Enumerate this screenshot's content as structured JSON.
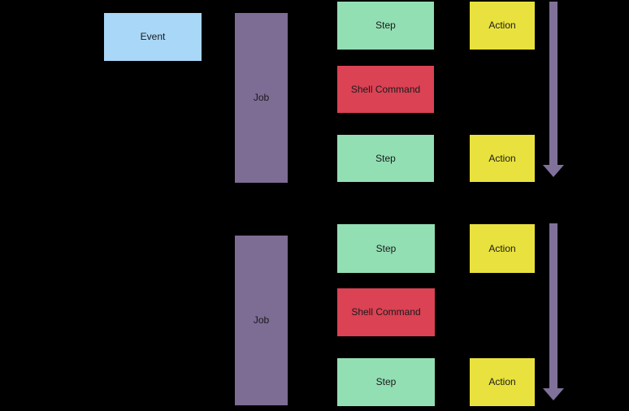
{
  "colors": {
    "background": "#000000",
    "event": "#a9d7f7",
    "job": "#7d6c94",
    "step": "#93dfb4",
    "shell_command": "#db4254",
    "action": "#e9e23e",
    "arrow": "#80719b",
    "label_text": "#1a1a1a"
  },
  "event": {
    "label": "Event"
  },
  "sections": [
    {
      "job": {
        "label": "Job"
      },
      "steps": [
        {
          "type": "step",
          "label": "Step"
        },
        {
          "type": "shell_command",
          "label": "Shell Command"
        },
        {
          "type": "step",
          "label": "Step"
        }
      ],
      "actions": [
        {
          "label": "Action"
        },
        {
          "label": "Action"
        }
      ],
      "arrow": "flow-down-arrow"
    },
    {
      "job": {
        "label": "Job"
      },
      "steps": [
        {
          "type": "step",
          "label": "Step"
        },
        {
          "type": "shell_command",
          "label": "Shell Command"
        },
        {
          "type": "step",
          "label": "Step"
        }
      ],
      "actions": [
        {
          "label": "Action"
        },
        {
          "label": "Action"
        }
      ],
      "arrow": "flow-down-arrow"
    }
  ]
}
